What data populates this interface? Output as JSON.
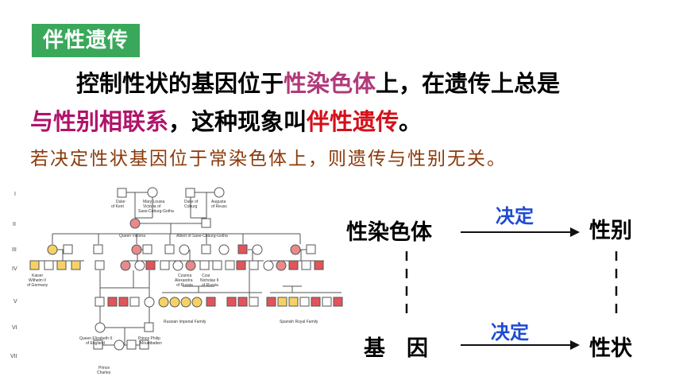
{
  "tag": "伴性遗传",
  "line1": {
    "a": "控制性状的基因位于",
    "b": "性染色体",
    "c": "上，在遗传上总是"
  },
  "line2": {
    "a": "与性别相联系",
    "b": "，这种现象叫",
    "c": "伴性遗传",
    "d": "。"
  },
  "line3": "若决定性状基因位于常染色体上，则遗传与性别无关。",
  "pedigree": {
    "generations": [
      "I",
      "II",
      "III",
      "IV",
      "V",
      "VI",
      "VII"
    ],
    "labels": {
      "duke_kent": [
        "Duke",
        "of Kent"
      ],
      "mary_louisa": [
        "Mary Louisa",
        "Victoria of",
        "Saxe-Coburg-Gotha"
      ],
      "duke_coburg": [
        "Duke of",
        "Coburg"
      ],
      "augusta": [
        "Augusta",
        "of Reuss"
      ],
      "queen_victoria": "Queen Victoria",
      "albert": "Albert of Saxe-Coburg-Gotha",
      "kaiser": [
        "Kaiser",
        "Wilhelm II",
        "of Germany"
      ],
      "czarina": [
        "Czarina",
        "Alexandra",
        "of Russia"
      ],
      "czar": [
        "Czar",
        "Nicholas II",
        "of Russia"
      ],
      "russian_family": "Russian Imperial Family",
      "spanish_family": "Spanish Royal Family",
      "queen_elizabeth": [
        "Queen Elizabeth II",
        "of England"
      ],
      "prince_philip": [
        "Prince Philip",
        "Mountbatten"
      ],
      "prince_charles": [
        "Prince",
        "Charles"
      ]
    }
  },
  "diagram": {
    "top_left": "性染色体",
    "top_label": "决定",
    "top_right": "性别",
    "bottom_left": "基　因",
    "bottom_label": "决定",
    "bottom_right": "性状"
  },
  "colors": {
    "tag_bg": "#3aa85a",
    "highlight_pink": "#b0146a",
    "highlight_red": "#d4101a",
    "brown_text": "#8b3a0a",
    "label_blue": "#1e4bd2",
    "affected_male": "#e0555a",
    "carrier_female": "#f6d266"
  }
}
